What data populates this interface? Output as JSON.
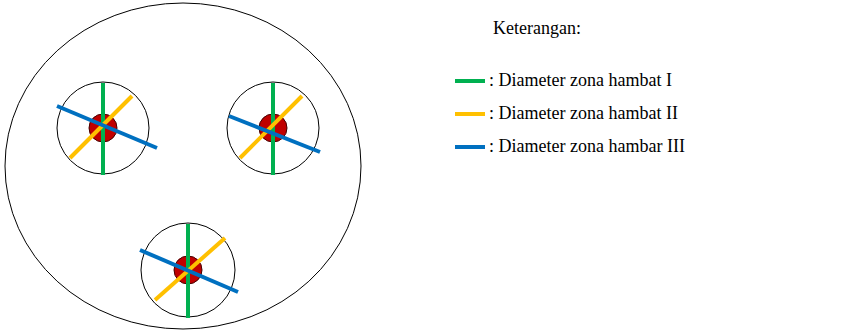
{
  "diagram": {
    "labels": [
      "Keterangan:"
    ],
    "legend": [
      {
        "text": ": Diameter zona hambat I"
      },
      {
        "text": ": Diameter zona hambat II"
      },
      {
        "text": ": Diameter zona hambar III"
      }
    ]
  }
}
